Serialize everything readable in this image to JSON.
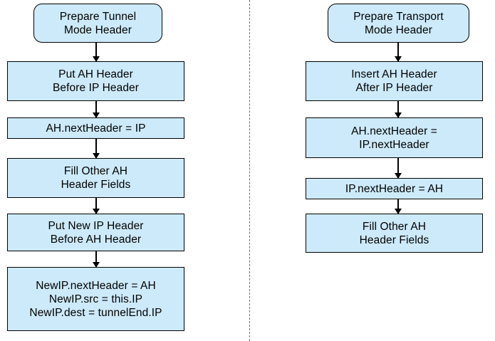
{
  "diagram": {
    "title": "AH Header Preparation Flowchart",
    "background_color": "#ffffff",
    "node_fill_color": "#cdeafa",
    "node_border_color": "#000000",
    "divider_color": "#6f6f6f",
    "divider_style": "dashed-vertical"
  },
  "columns": [
    {
      "id": "tunnel",
      "name": "tunnel-mode-flow",
      "nodes": [
        {
          "name": "prepare-tunnel-mode-header",
          "shape": "rounded-rectangle",
          "lines": [
            "Prepare Tunnel",
            "Mode Header"
          ]
        },
        {
          "name": "put-ah-header-before-ip-header",
          "shape": "rectangle",
          "lines": [
            "Put AH Header",
            "Before IP Header"
          ]
        },
        {
          "name": "ah-nextheader-assign-ip",
          "shape": "rectangle",
          "lines": [
            "AH.nextHeader = IP"
          ]
        },
        {
          "name": "fill-other-ah-header-fields",
          "shape": "rectangle",
          "lines": [
            "Fill Other AH",
            "Header Fields"
          ]
        },
        {
          "name": "put-new-ip-header-before-ah-header",
          "shape": "rectangle",
          "lines": [
            "Put New IP Header",
            "Before AH Header"
          ]
        },
        {
          "name": "new-ip-field-assignments",
          "shape": "rectangle",
          "lines": [
            "NewIP.nextHeader = AH",
            "NewIP.src = this.IP",
            "NewIP.dest = tunnelEnd.IP"
          ]
        }
      ]
    },
    {
      "id": "transport",
      "name": "transport-mode-flow",
      "nodes": [
        {
          "name": "prepare-transport-mode-header",
          "shape": "rounded-rectangle",
          "lines": [
            "Prepare Transport",
            "Mode Header"
          ]
        },
        {
          "name": "insert-ah-header-after-ip-header",
          "shape": "rectangle",
          "lines": [
            "Insert AH Header",
            "After IP Header"
          ]
        },
        {
          "name": "ah-nextheader-assign-ip-nextheader",
          "shape": "rectangle",
          "lines": [
            "AH.nextHeader =",
            "IP.nextHeader"
          ]
        },
        {
          "name": "ip-nextheader-assign-ah",
          "shape": "rectangle",
          "lines": [
            "IP.nextHeader = AH"
          ]
        },
        {
          "name": "fill-other-ah-header-fields",
          "shape": "rectangle",
          "lines": [
            "Fill Other AH",
            "Header Fields"
          ]
        }
      ]
    }
  ]
}
